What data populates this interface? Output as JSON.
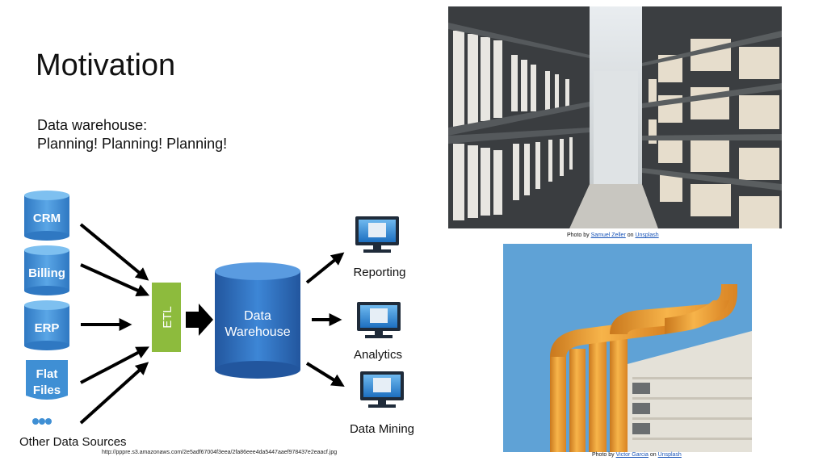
{
  "slide": {
    "title": "Motivation",
    "body_line1": "Data warehouse:",
    "body_line2": "Planning! Planning! Planning!"
  },
  "diagram": {
    "sources": [
      "CRM",
      "Billing",
      "ERP",
      "Flat",
      "Files"
    ],
    "other_sources_label": "Other Data Sources",
    "etl_label": "ETL",
    "warehouse_line1": "Data",
    "warehouse_line2": "Warehouse",
    "outputs": [
      "Reporting",
      "Analytics",
      "Data Mining"
    ],
    "source_url": "http://pppre.s3.amazonaws.com/2e5adf67004f3eea/2fa86eee4da5447aaef978437e2eaacf.jpg"
  },
  "credits": {
    "photo1": {
      "prefix": "Photo by",
      "author": "Samuel Zeller",
      "mid": "on",
      "site": "Unsplash"
    },
    "photo2": {
      "prefix": "Photo by",
      "author": "Victor Garcia",
      "mid": "on",
      "site": "Unsplash"
    }
  },
  "colors": {
    "cylinder_blue": "#3f8fd4",
    "etl_green": "#8dbb3d",
    "warehouse_blue": "#2f6fc0",
    "pipe_orange": "#f0a23a",
    "sky_blue": "#5fa2d6"
  }
}
